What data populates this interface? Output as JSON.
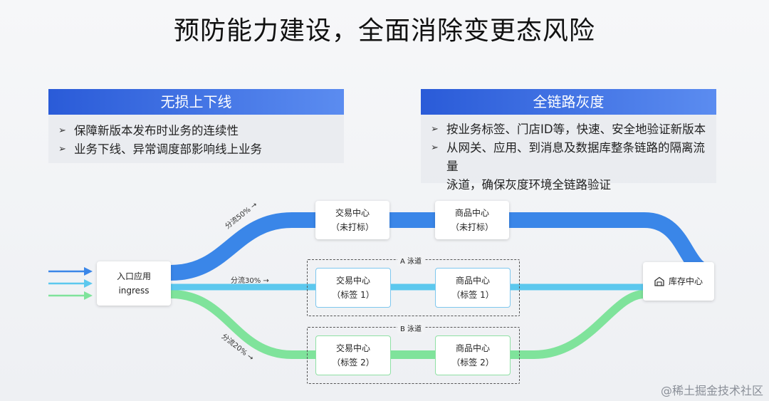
{
  "title": "预防能力建设，全面消除变更态风险",
  "left_panel": {
    "heading": "无损上下线",
    "bullets": [
      "保障新版本发布时业务的连续性",
      "业务下线、异常调度部影响线上业务"
    ]
  },
  "right_panel": {
    "heading": "全链路灰度",
    "bullets": [
      "按业务标签、门店ID等，快速、安全地验证新版本",
      "从网关、应用、到消息及数据库整条链路的隔离流量",
      "泳道，确保灰度环境全链路验证"
    ]
  },
  "diagram": {
    "entry": {
      "line1": "入口应用",
      "line2": "ingress"
    },
    "top_row": {
      "trade": {
        "line1": "交易中心",
        "line2": "（未打标）"
      },
      "product": {
        "line1": "商品中心",
        "line2": "（未打标）"
      }
    },
    "lane_a": {
      "label": "A 泳道",
      "trade": {
        "line1": "交易中心",
        "line2": "（标签 1）"
      },
      "product": {
        "line1": "商品中心",
        "line2": "（标签 1）"
      }
    },
    "lane_b": {
      "label": "B 泳道",
      "trade": {
        "line1": "交易中心",
        "line2": "（标签 2）"
      },
      "product": {
        "line1": "商品中心",
        "line2": "（标签 2）"
      }
    },
    "inventory": {
      "label": "库存中心",
      "icon": "warehouse-icon"
    },
    "splits": {
      "top": "分流50% →",
      "middle": "分流30% →",
      "bottom": "分流20% →"
    },
    "colors": {
      "blue": "#3a86e8",
      "cyan": "#5cc8ee",
      "green": "#7fe39b"
    }
  },
  "watermark": "@稀土掘金技术社区"
}
